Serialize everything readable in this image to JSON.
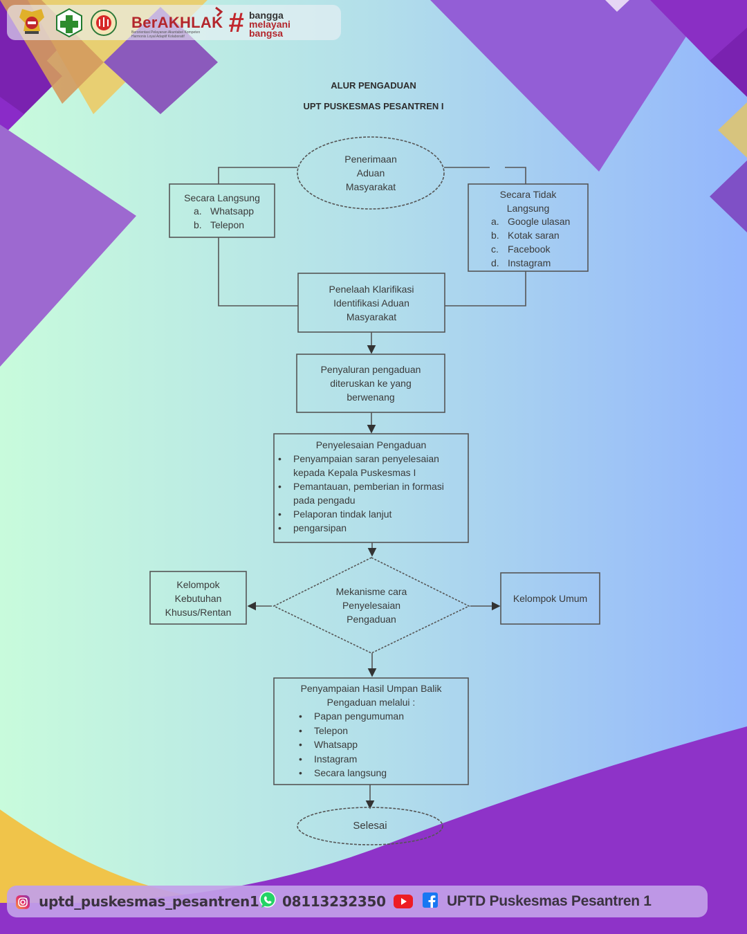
{
  "header": {
    "logos": [
      "garuda-emblem-icon",
      "puskesmas-cross-icon",
      "upt-pesantren-seal-icon"
    ],
    "berakhlak": {
      "title": "BerAKHLAK",
      "subtitle_line1": "Berorientasi Pelayanan Akuntabel Kompeten",
      "subtitle_line2": "Harmonis Loyal Adaptif Kolaboratif"
    },
    "campaign": {
      "hash": "#",
      "lines": [
        "bangga",
        "melayani",
        "bangsa"
      ]
    }
  },
  "diagram": {
    "title": "ALUR PENGADUAN",
    "subtitle": "UPT PUSKESMAS PESANTREN I",
    "start": {
      "lines": [
        "Penerimaan",
        "Aduan",
        "Masyarakat"
      ]
    },
    "direct": {
      "heading": "Secara Langsung",
      "items": [
        {
          "label": "a.",
          "text": "Whatsapp"
        },
        {
          "label": "b.",
          "text": "Telepon"
        }
      ]
    },
    "indirect": {
      "heading_lines": [
        "Secara Tidak",
        "Langsung"
      ],
      "items": [
        {
          "label": "a.",
          "text": "Google ulasan"
        },
        {
          "label": "b.",
          "text": "Kotak saran"
        },
        {
          "label": "c.",
          "text": "Facebook"
        },
        {
          "label": "d.",
          "text": "Instagram"
        }
      ]
    },
    "review": {
      "lines": [
        "Penelaah Klarifikasi",
        "Identifikasi Aduan",
        "Masyarakat"
      ]
    },
    "forward": {
      "lines": [
        "Penyaluran pengaduan",
        "diteruskan ke yang",
        "berwenang"
      ]
    },
    "resolution": {
      "heading": "Penyelesaian Pengaduan",
      "items": [
        "Penyampaian saran penyelesaian kepada Kepala Puskesmas I",
        "Pemantauan, pemberian in formasi pada pengadu",
        "Pelaporan tindak lanjut",
        "pengarsipan"
      ]
    },
    "decision": {
      "lines": [
        "Mekanisme cara",
        "Penyelesaian",
        "Pengaduan"
      ]
    },
    "group_special": {
      "lines": [
        "Kelompok",
        "Kebutuhan",
        "Khusus/Rentan"
      ]
    },
    "group_general": {
      "lines": [
        "Kelompok Umum"
      ]
    },
    "feedback": {
      "heading_lines": [
        "Penyampaian Hasil Umpan Balik",
        "Pengaduan melalui :"
      ],
      "items": [
        "Papan pengumuman",
        "Telepon",
        "Whatsapp",
        "Instagram",
        "Secara langsung"
      ]
    },
    "end": {
      "lines": [
        "Selesai"
      ]
    }
  },
  "footer": {
    "instagram": "uptd_puskesmas_pesantren1",
    "whatsapp": "08113232350",
    "social_name": "UPTD Puskesmas Pesantren 1"
  },
  "colors": {
    "purple_main": "#8e33c8",
    "purple_light": "#9b5dd4",
    "yellow": "#f0c44a",
    "brand_red": "#b3262c",
    "bg_green": "#c8fbdc",
    "bg_blue": "#93b6fc"
  }
}
